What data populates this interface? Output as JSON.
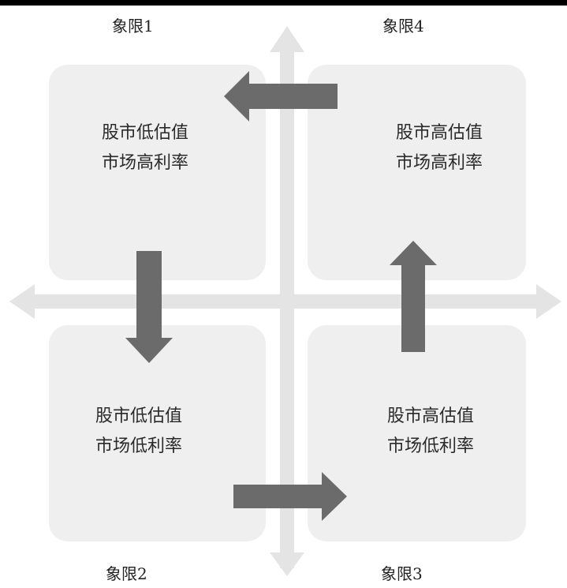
{
  "quadrants": [
    {
      "label": "象限1",
      "line1": "股市低估值",
      "line2": "市场高利率"
    },
    {
      "label": "象限4",
      "line1": "股市高估值",
      "line2": "市场高利率"
    },
    {
      "label": "象限2",
      "line1": "股市低估值",
      "line2": "市场低利率"
    },
    {
      "label": "象限3",
      "line1": "股市高估值",
      "line2": "市场低利率"
    }
  ],
  "colors": {
    "axis": "#e4e4e4",
    "box": "#efefef",
    "arrow": "#6b6b6b",
    "text": "#2a2a2a"
  }
}
